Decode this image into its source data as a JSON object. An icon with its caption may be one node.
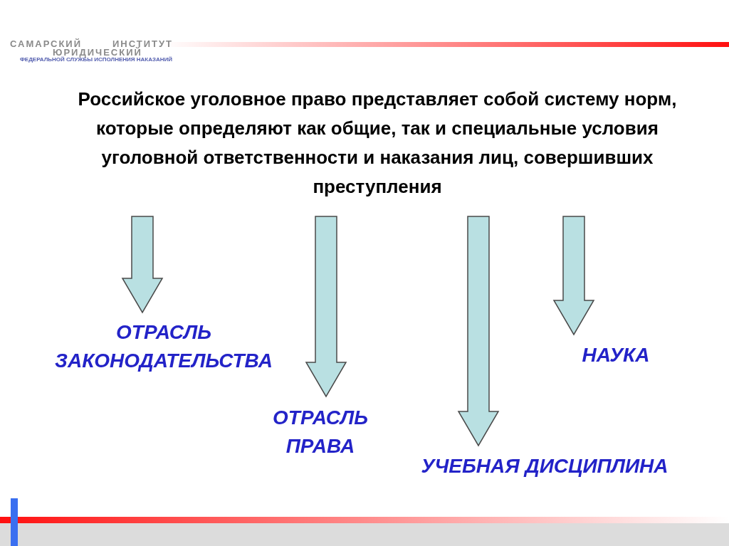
{
  "diagram": {
    "nodes": [
      {
        "text": [
          "Российское уголовное право представляет собой систему норм, которые определяют как общие, так и специальные условия уголовной ответственности и наказания лиц, совершивших преступления"
        ]
      },
      {
        "text": [
          "ОТРАСЛЬ ЗАКОНОДАТЕЛЬСТВА"
        ]
      },
      {
        "text": [
          "ОТРАСЛЬ ПРАВА"
        ]
      },
      {
        "text": [
          "УЧЕБНАЯ ДИСЦИПЛИНА"
        ]
      },
      {
        "text": [
          "НАУКА"
        ]
      }
    ],
    "edges": [
      {
        "from": 0,
        "to": 1,
        "arrow": "to"
      },
      {
        "from": 0,
        "to": 2,
        "arrow": "to"
      },
      {
        "from": 0,
        "to": 3,
        "arrow": "to"
      },
      {
        "from": 0,
        "to": 4,
        "arrow": "to"
      }
    ],
    "labels": [
      "САМАРСКИЙ",
      "ИНСТИТУТ",
      "ЮРИДИЧЕСКИЙ",
      "ФЕДЕРАЛЬНОЙ СЛУЖБЫ ИСПОЛНЕНИЯ НАКАЗАНИЙ"
    ]
  }
}
